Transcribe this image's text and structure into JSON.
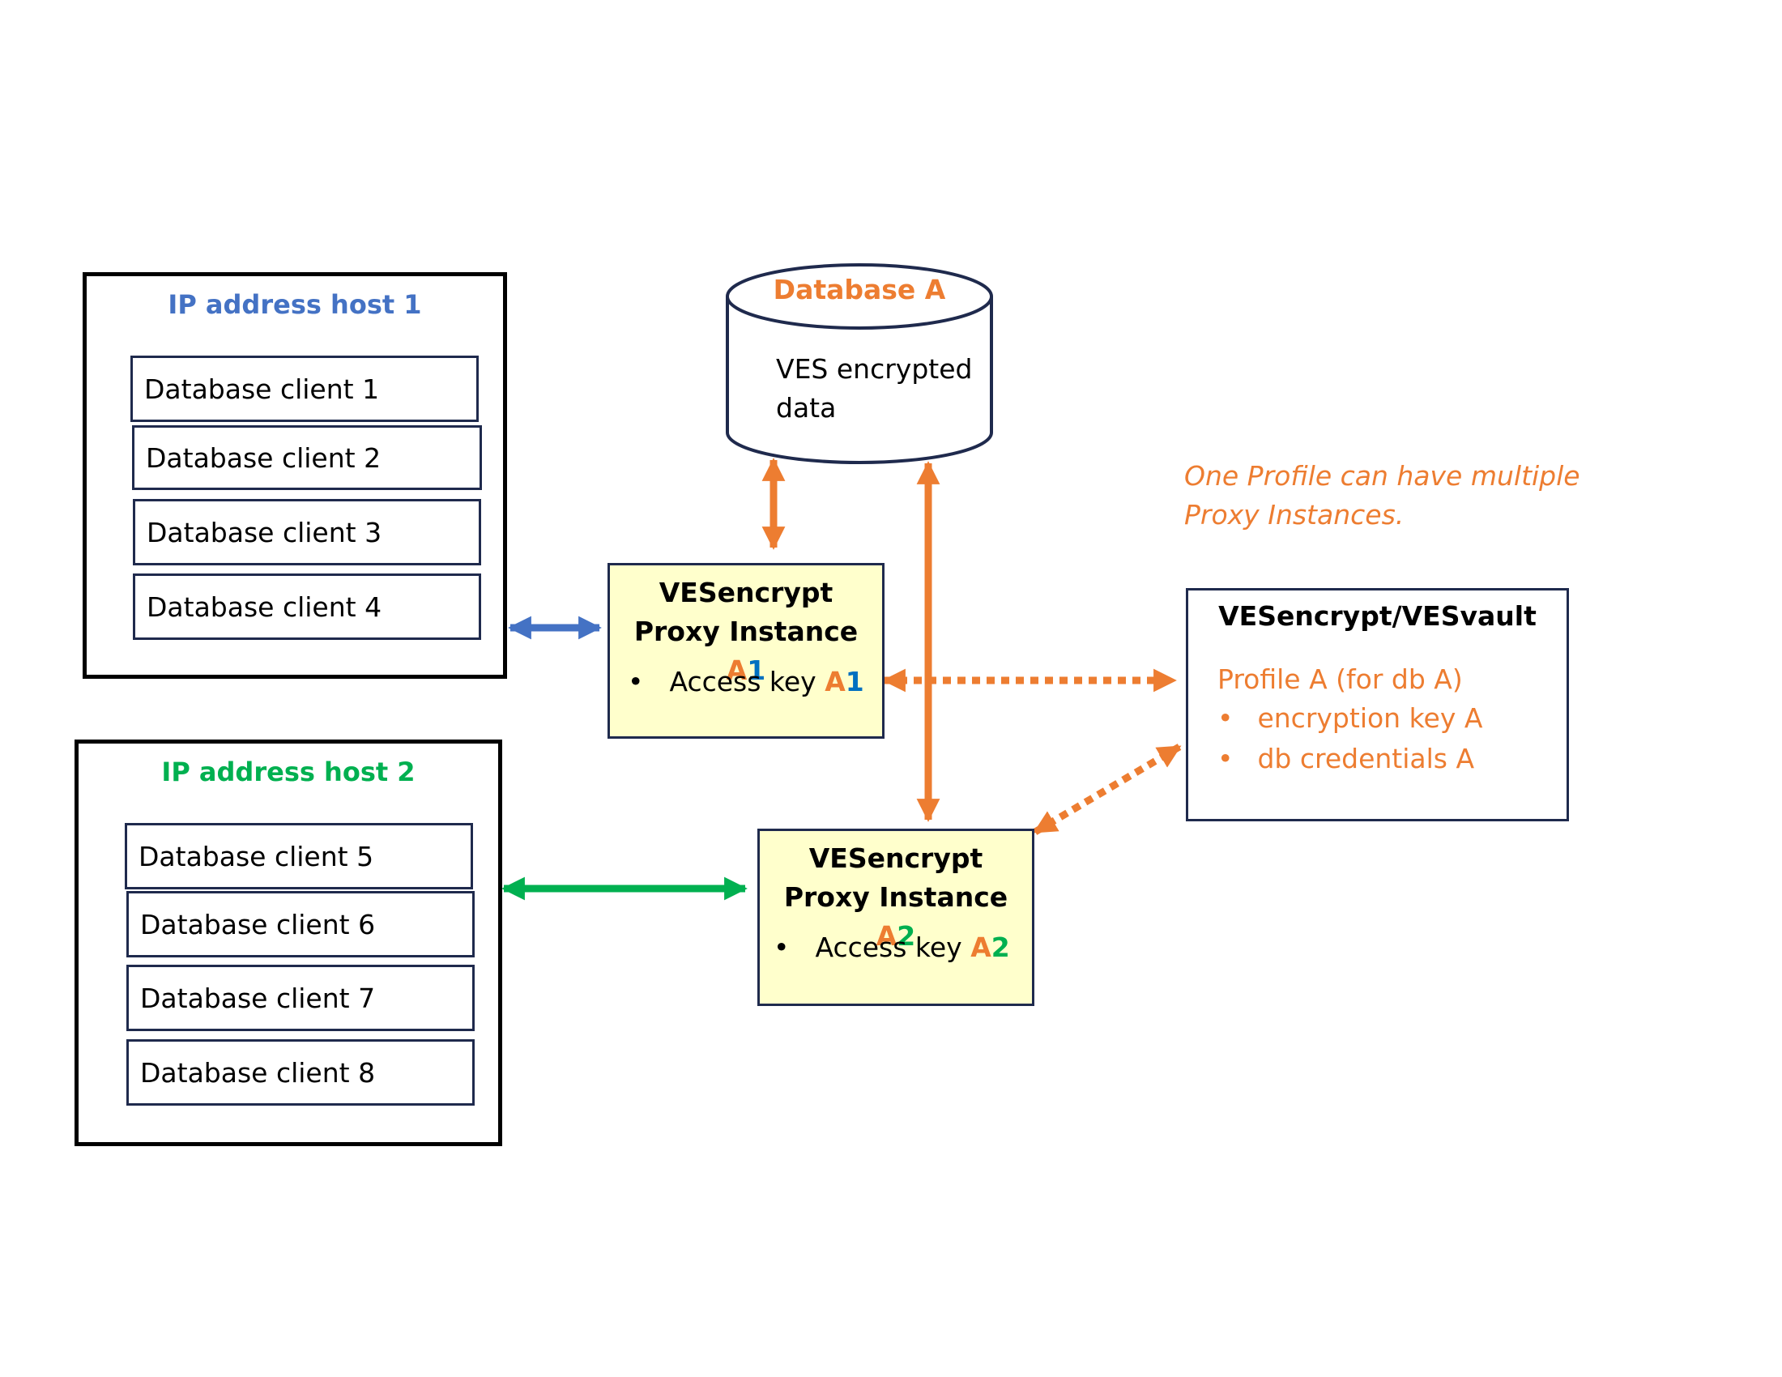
{
  "colors": {
    "orange": "#ED7D31",
    "blue": "#4472C4",
    "blue_dark": "#0070C0",
    "green": "#00B050",
    "box_border": "#1f2a4d",
    "proxy_fill": "#FFFFCC"
  },
  "host1": {
    "title": "IP address host 1",
    "clients": [
      "Database client 1",
      "Database client 2",
      "Database client 3",
      "Database client 4"
    ]
  },
  "host2": {
    "title": "IP address host 2",
    "clients": [
      "Database client 5",
      "Database client 6",
      "Database client 7",
      "Database client 8"
    ]
  },
  "database": {
    "title": "Database A",
    "body_line1": "VES encrypted",
    "body_line2": "data"
  },
  "proxy1": {
    "title_line1": "VESencrypt",
    "title_line2": "Proxy Instance",
    "id_letter": "A",
    "id_number": "1",
    "bullet": "•",
    "key_label": "Access key"
  },
  "proxy2": {
    "title_line1": "VESencrypt",
    "title_line2": "Proxy Instance",
    "id_letter": "A",
    "id_number": "2",
    "bullet": "•",
    "key_label": "Access key"
  },
  "vault": {
    "title": "VESencrypt/VESvault",
    "profile": "Profile A (for db A)",
    "bullet": "•",
    "items": [
      "encryption key A",
      "db credentials A"
    ]
  },
  "note": {
    "line1": "One Profile can have multiple",
    "line2": "Proxy Instances."
  }
}
